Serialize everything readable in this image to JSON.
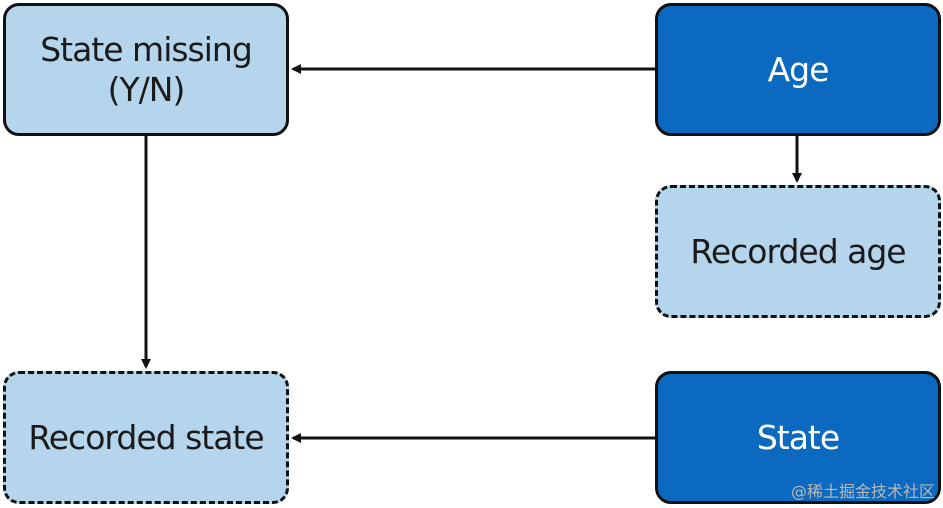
{
  "nodes": {
    "state_missing": "State missing\n(Y/N)",
    "age": "Age",
    "recorded_age": "Recorded age",
    "recorded_state": "Recorded state",
    "state": "State"
  },
  "edges": [
    {
      "from": "age",
      "to": "state_missing"
    },
    {
      "from": "age",
      "to": "recorded_age"
    },
    {
      "from": "state_missing",
      "to": "recorded_state"
    },
    {
      "from": "state",
      "to": "recorded_state"
    }
  ],
  "colors": {
    "light_fill": "#b4d5ec",
    "dark_fill": "#0b6abf",
    "stroke": "#111111"
  },
  "watermark": "@稀土掘金技术社区"
}
